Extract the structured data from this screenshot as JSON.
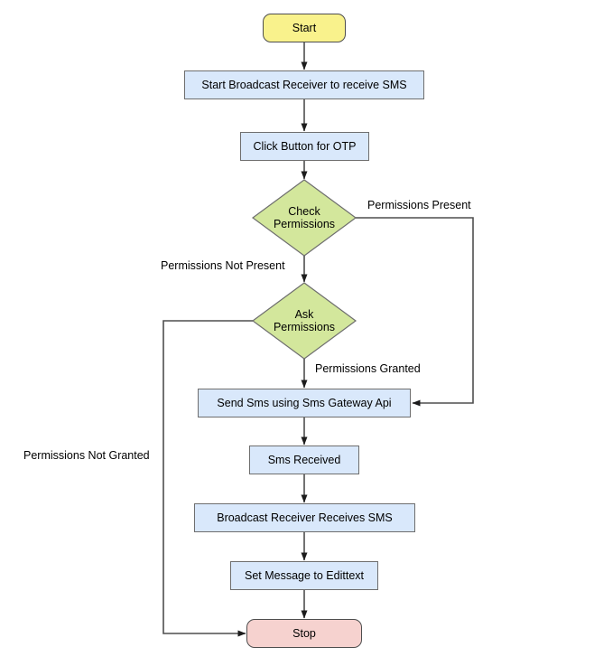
{
  "diagram": {
    "type": "flowchart",
    "background": "#ffffff",
    "nodes": {
      "start": {
        "label": "Start",
        "shape": "rounded",
        "fill": "#F9F28C"
      },
      "start_broadcast_receiver": {
        "label": "Start Broadcast Receiver to receive SMS",
        "shape": "rect",
        "fill": "#D9E8FB"
      },
      "click_button_for_otp": {
        "label": "Click Button for OTP",
        "shape": "rect",
        "fill": "#D9E8FB"
      },
      "check_permissions": {
        "label": "Check Permissions",
        "shape": "diamond",
        "fill": "#D3E79C"
      },
      "ask_permissions": {
        "label": "Ask Permissions",
        "shape": "diamond",
        "fill": "#D3E79C"
      },
      "send_sms": {
        "label": "Send Sms using Sms Gateway Api",
        "shape": "rect",
        "fill": "#D9E8FB"
      },
      "sms_received": {
        "label": "Sms Received",
        "shape": "rect",
        "fill": "#D9E8FB"
      },
      "broadcast_receiver_receives": {
        "label": "Broadcast Receiver Receives SMS",
        "shape": "rect",
        "fill": "#D9E8FB"
      },
      "set_message_to_edittext": {
        "label": "Set Message to Edittext",
        "shape": "rect",
        "fill": "#D9E8FB"
      },
      "stop": {
        "label": "Stop",
        "shape": "rounded",
        "fill": "#F6D2CF"
      }
    },
    "edge_labels": {
      "permissions_present": "Permissions Present",
      "permissions_not_present": "Permissions Not Present",
      "permissions_granted": "Permissions Granted",
      "permissions_not_granted": "Permissions Not Granted"
    },
    "colors": {
      "connector": "#4F4F4F",
      "arrowhead": "#1C1C1C",
      "process_border": "#6E6E6E",
      "terminal_border": "#4E4E4E",
      "text": "#000000"
    }
  }
}
